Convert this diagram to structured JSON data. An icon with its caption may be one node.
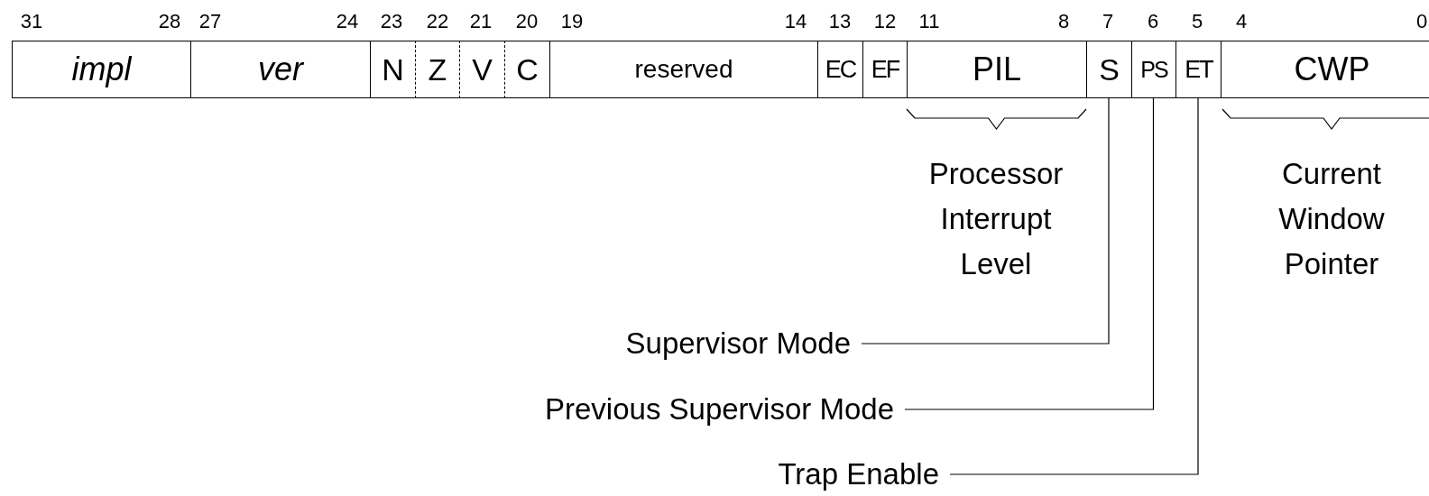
{
  "diagram": {
    "nodes": [
      {
        "text": [
          "impl"
        ]
      },
      {
        "text": [
          "ver"
        ]
      },
      {
        "text": [
          "N"
        ]
      },
      {
        "text": [
          "Z"
        ]
      },
      {
        "text": [
          "V"
        ]
      },
      {
        "text": [
          "C"
        ]
      },
      {
        "text": [
          "reserved"
        ]
      },
      {
        "text": [
          "EC"
        ]
      },
      {
        "text": [
          "EF"
        ]
      },
      {
        "text": [
          "PIL"
        ],
        "beside": [
          "Processor Interrupt Level"
        ]
      },
      {
        "text": [
          "S"
        ]
      },
      {
        "text": [
          "PS"
        ]
      },
      {
        "text": [
          "ET"
        ]
      },
      {
        "text": [
          "CWP"
        ],
        "beside": [
          "Current Window Pointer"
        ]
      },
      {
        "text": [
          "Supervisor Mode"
        ]
      },
      {
        "text": [
          "Previous Supervisor Mode"
        ]
      },
      {
        "text": [
          "Trap Enable"
        ]
      }
    ],
    "edges": [
      {
        "from": 14,
        "to": 10,
        "arrow": "none"
      },
      {
        "from": 15,
        "to": 11,
        "arrow": "none"
      },
      {
        "from": 16,
        "to": 12,
        "arrow": "none"
      }
    ],
    "labels": [
      "31",
      "28",
      "27",
      "24",
      "23",
      "22",
      "21",
      "20",
      "19",
      "14",
      "13",
      "12",
      "11",
      "8",
      "7",
      "6",
      "5",
      "4",
      "0"
    ]
  }
}
